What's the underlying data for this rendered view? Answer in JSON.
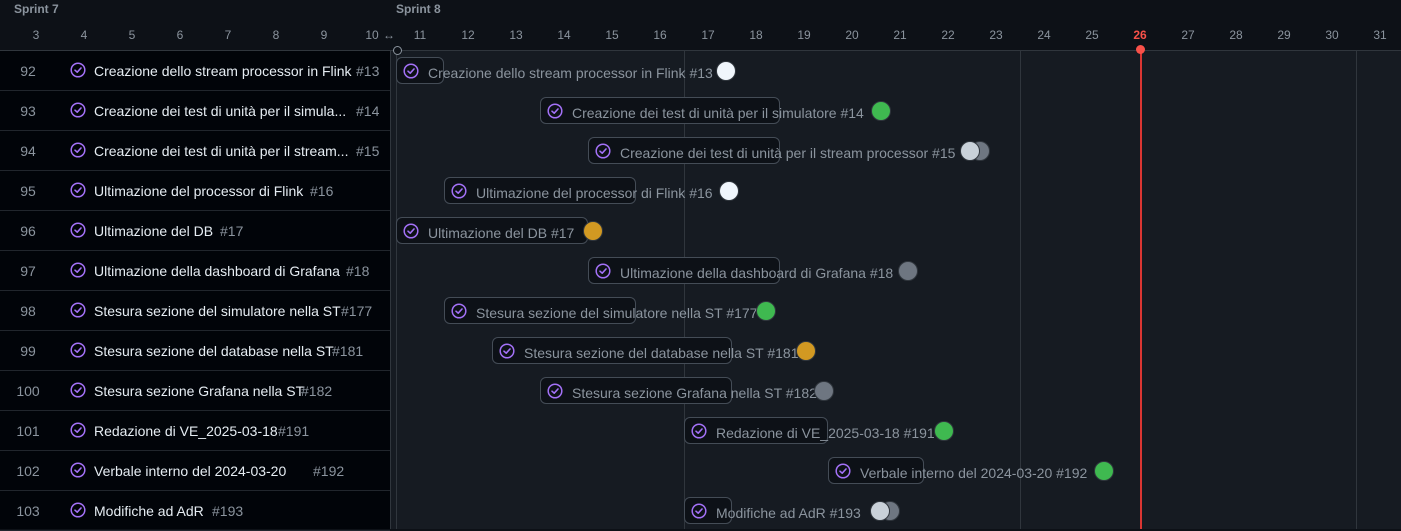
{
  "header": {
    "sprints": [
      {
        "label": "Sprint 7"
      },
      {
        "label": "Sprint 8"
      }
    ],
    "days": [
      "3",
      "4",
      "5",
      "6",
      "7",
      "8",
      "9",
      "10",
      "11",
      "12",
      "13",
      "14",
      "15",
      "16",
      "17",
      "18",
      "19",
      "20",
      "21",
      "22",
      "23",
      "24",
      "25",
      "26",
      "27",
      "28",
      "29",
      "30",
      "31"
    ],
    "today": "26",
    "resize_icon": "↔"
  },
  "rows": [
    {
      "num": "92",
      "title": "Creazione dello stream processor in Flink",
      "ref": "#13",
      "bar_label": "Creazione dello stream processor in Flink #13",
      "avatar": "white"
    },
    {
      "num": "93",
      "title": "Creazione dei test di unità per il simula...",
      "ref": "#14",
      "bar_label": "Creazione dei test di unità per il simulatore #14",
      "avatar": "green"
    },
    {
      "num": "94",
      "title": "Creazione dei test di unità per il stream...",
      "ref": "#15",
      "bar_label": "Creazione dei test di unità per il stream processor #15",
      "avatar": "multi"
    },
    {
      "num": "95",
      "title": "Ultimazione del processor di Flink",
      "ref": "#16",
      "bar_label": "Ultimazione del processor di Flink #16",
      "avatar": "white"
    },
    {
      "num": "96",
      "title": "Ultimazione del DB",
      "ref": "#17",
      "bar_label": "Ultimazione del DB #17",
      "avatar": "yellow"
    },
    {
      "num": "97",
      "title": "Ultimazione della dashboard di Grafana",
      "ref": "#18",
      "bar_label": "Ultimazione della dashboard di Grafana #18",
      "avatar": "blue"
    },
    {
      "num": "98",
      "title": "Stesura sezione del simulatore nella ST",
      "ref": "#177",
      "bar_label": "Stesura sezione del simulatore nella ST #177",
      "avatar": "mint"
    },
    {
      "num": "99",
      "title": "Stesura sezione del database nella ST",
      "ref": "#181",
      "bar_label": "Stesura sezione del database nella ST #181",
      "avatar": "yellow"
    },
    {
      "num": "100",
      "title": "Stesura sezione Grafana nella ST",
      "ref": "#182",
      "bar_label": "Stesura sezione Grafana nella ST #182",
      "avatar": "blue"
    },
    {
      "num": "101",
      "title": "Redazione di VE_2025-03-18",
      "ref": "#191",
      "bar_label": "Redazione di VE_2025-03-18 #191",
      "avatar": "green"
    },
    {
      "num": "102",
      "title": "Verbale interno del 2024-03-20",
      "ref": "#192",
      "bar_label": "Verbale interno del 2024-03-20 #192",
      "avatar": "green"
    },
    {
      "num": "103",
      "title": "Modifiche ad AdR",
      "ref": "#193",
      "bar_label": "Modifiche ad AdR #193",
      "avatar": "multi"
    }
  ],
  "colors": {
    "accent_purple": "#a371f7",
    "today_red": "#f85149"
  },
  "icons": {
    "status": "issue-closed-icon"
  }
}
